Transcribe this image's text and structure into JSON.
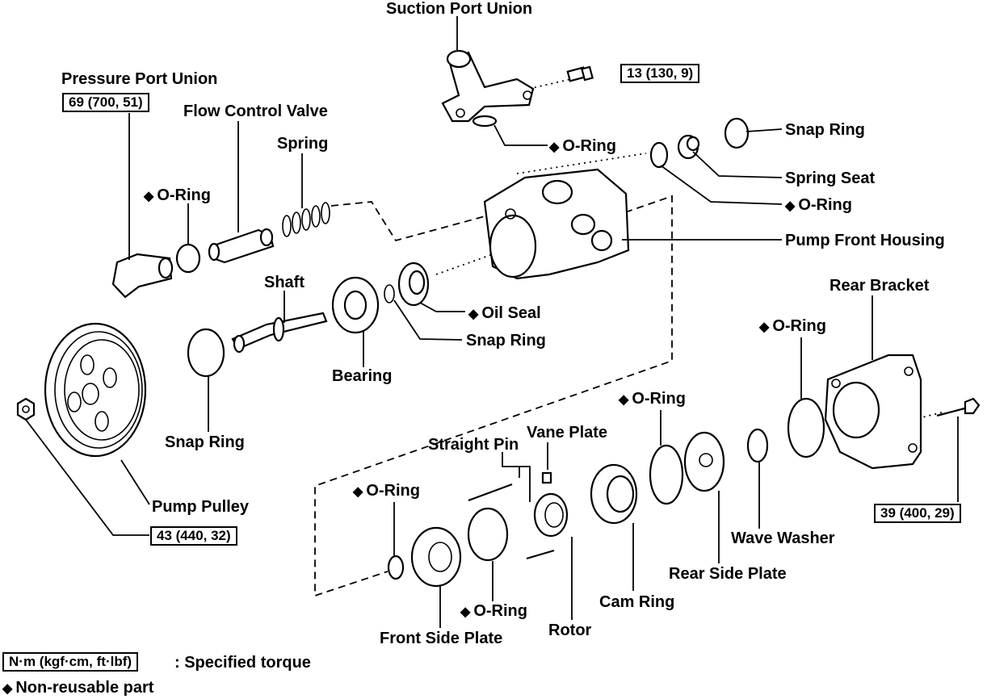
{
  "diagram": {
    "labels": {
      "suction_port_union": "Suction Port Union",
      "pressure_port_union": "Pressure Port Union",
      "flow_control_valve": "Flow Control Valve",
      "spring": "Spring",
      "o_ring": "O-Ring",
      "snap_ring": "Snap Ring",
      "spring_seat": "Spring Seat",
      "pump_front_housing": "Pump Front Housing",
      "shaft": "Shaft",
      "oil_seal": "Oil Seal",
      "bearing": "Bearing",
      "rear_bracket": "Rear Bracket",
      "pump_pulley": "Pump Pulley",
      "straight_pin": "Straight Pin",
      "vane_plate": "Vane Plate",
      "cam_ring": "Cam Ring",
      "wave_washer": "Wave Washer",
      "rear_side_plate": "Rear Side Plate",
      "front_side_plate": "Front Side Plate",
      "rotor": "Rotor"
    },
    "torques": {
      "suction_bolt": "13 (130, 9)",
      "pressure_port": "69 (700, 51)",
      "pulley_nut": "43 (440, 32)",
      "bracket_bolt": "39 (400, 29)"
    },
    "non_reusable_symbol": "◆",
    "legend": {
      "torque_unit": "N·m (kgf·cm, ft·lbf)",
      "torque_desc": ": Specified torque",
      "nonreusable_desc": "Non-reusable part"
    }
  }
}
